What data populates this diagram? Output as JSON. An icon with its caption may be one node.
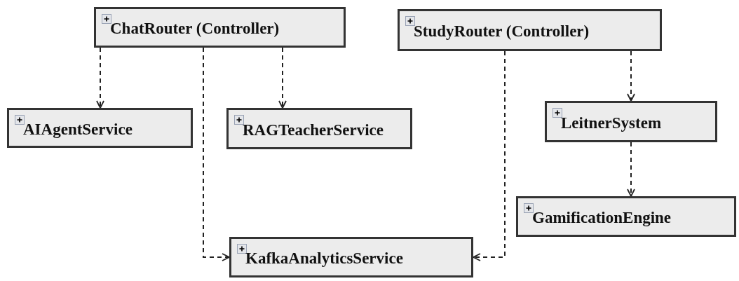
{
  "diagram": {
    "nodes": [
      {
        "text": [
          "ChatRouter (Controller)"
        ]
      },
      {
        "text": [
          "StudyRouter (Controller)"
        ]
      },
      {
        "text": [
          "AIAgentService"
        ]
      },
      {
        "text": [
          "RAGTeacherService"
        ]
      },
      {
        "text": [
          "LeitnerSystem"
        ]
      },
      {
        "text": [
          "GamificationEngine"
        ]
      },
      {
        "text": [
          "KafkaAnalyticsService"
        ]
      }
    ],
    "edges": [
      {
        "from": 0,
        "to": 2,
        "arrow": "to",
        "style": "dashed"
      },
      {
        "from": 0,
        "to": 3,
        "arrow": "to",
        "style": "dashed"
      },
      {
        "from": 0,
        "to": 6,
        "arrow": "to",
        "style": "dashed"
      },
      {
        "from": 1,
        "to": 4,
        "arrow": "to",
        "style": "dashed"
      },
      {
        "from": 1,
        "to": 6,
        "arrow": "to",
        "style": "dashed"
      },
      {
        "from": 4,
        "to": 5,
        "arrow": "to",
        "style": "dashed"
      }
    ]
  }
}
